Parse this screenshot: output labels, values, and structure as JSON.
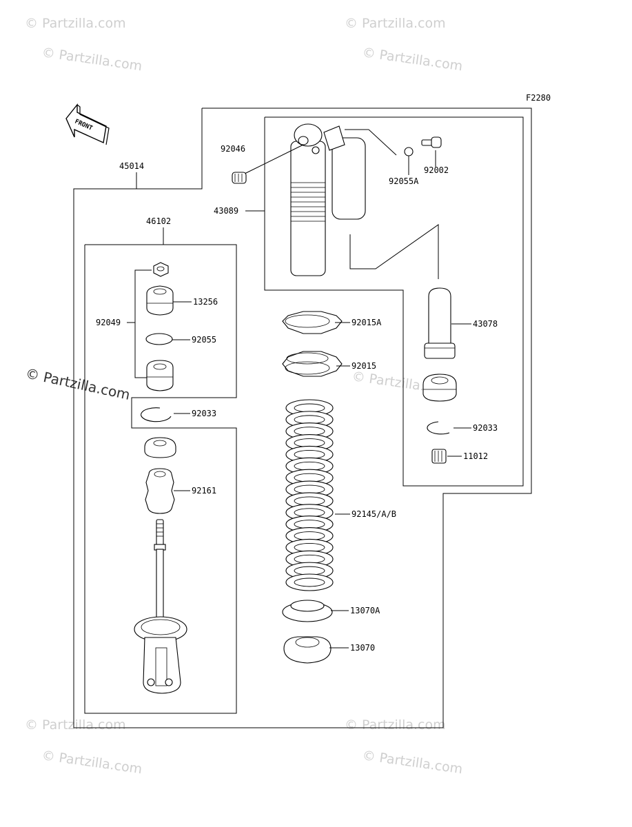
{
  "figure_code": "F2280",
  "front_arrow_label": "FRONT",
  "watermarks": [
    "© Partzilla.com"
  ],
  "parts": [
    {
      "id": "45014"
    },
    {
      "id": "46102"
    },
    {
      "id": "43089"
    },
    {
      "id": "92046"
    },
    {
      "id": "92002"
    },
    {
      "id": "92055A"
    },
    {
      "id": "13256"
    },
    {
      "id": "92049"
    },
    {
      "id": "92055"
    },
    {
      "id": "92033"
    },
    {
      "id": "92161"
    },
    {
      "id": "92015A"
    },
    {
      "id": "92015"
    },
    {
      "id": "92145/A/B"
    },
    {
      "id": "13070A"
    },
    {
      "id": "13070"
    },
    {
      "id": "43078"
    },
    {
      "id": "92033"
    },
    {
      "id": "11012"
    }
  ]
}
